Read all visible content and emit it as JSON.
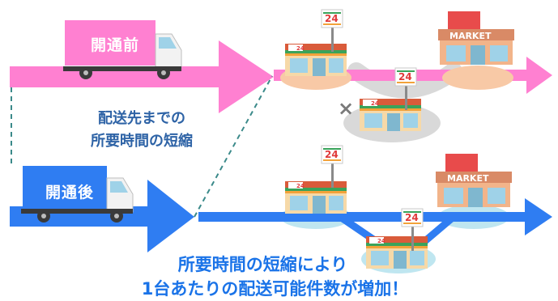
{
  "truck_before": {
    "label": "開通前"
  },
  "truck_after": {
    "label": "開通後"
  },
  "middle_caption": {
    "line1": "配送先までの",
    "line2": "所要時間の短縮"
  },
  "bottom_caption": {
    "line1": "所要時間の短縮により",
    "line2": "1台あたりの配送可能件数が増加！"
  },
  "stores": {
    "convenience_sign": "24",
    "market_sign": "MARKET"
  },
  "marks": {
    "blocked": "×"
  },
  "colors": {
    "before_arrow": "#ff80d1",
    "after_arrow": "#2f7df2",
    "before_caption": "#2e63a6",
    "after_caption": "#1a73e8",
    "store_sign": "#e03a3a"
  }
}
